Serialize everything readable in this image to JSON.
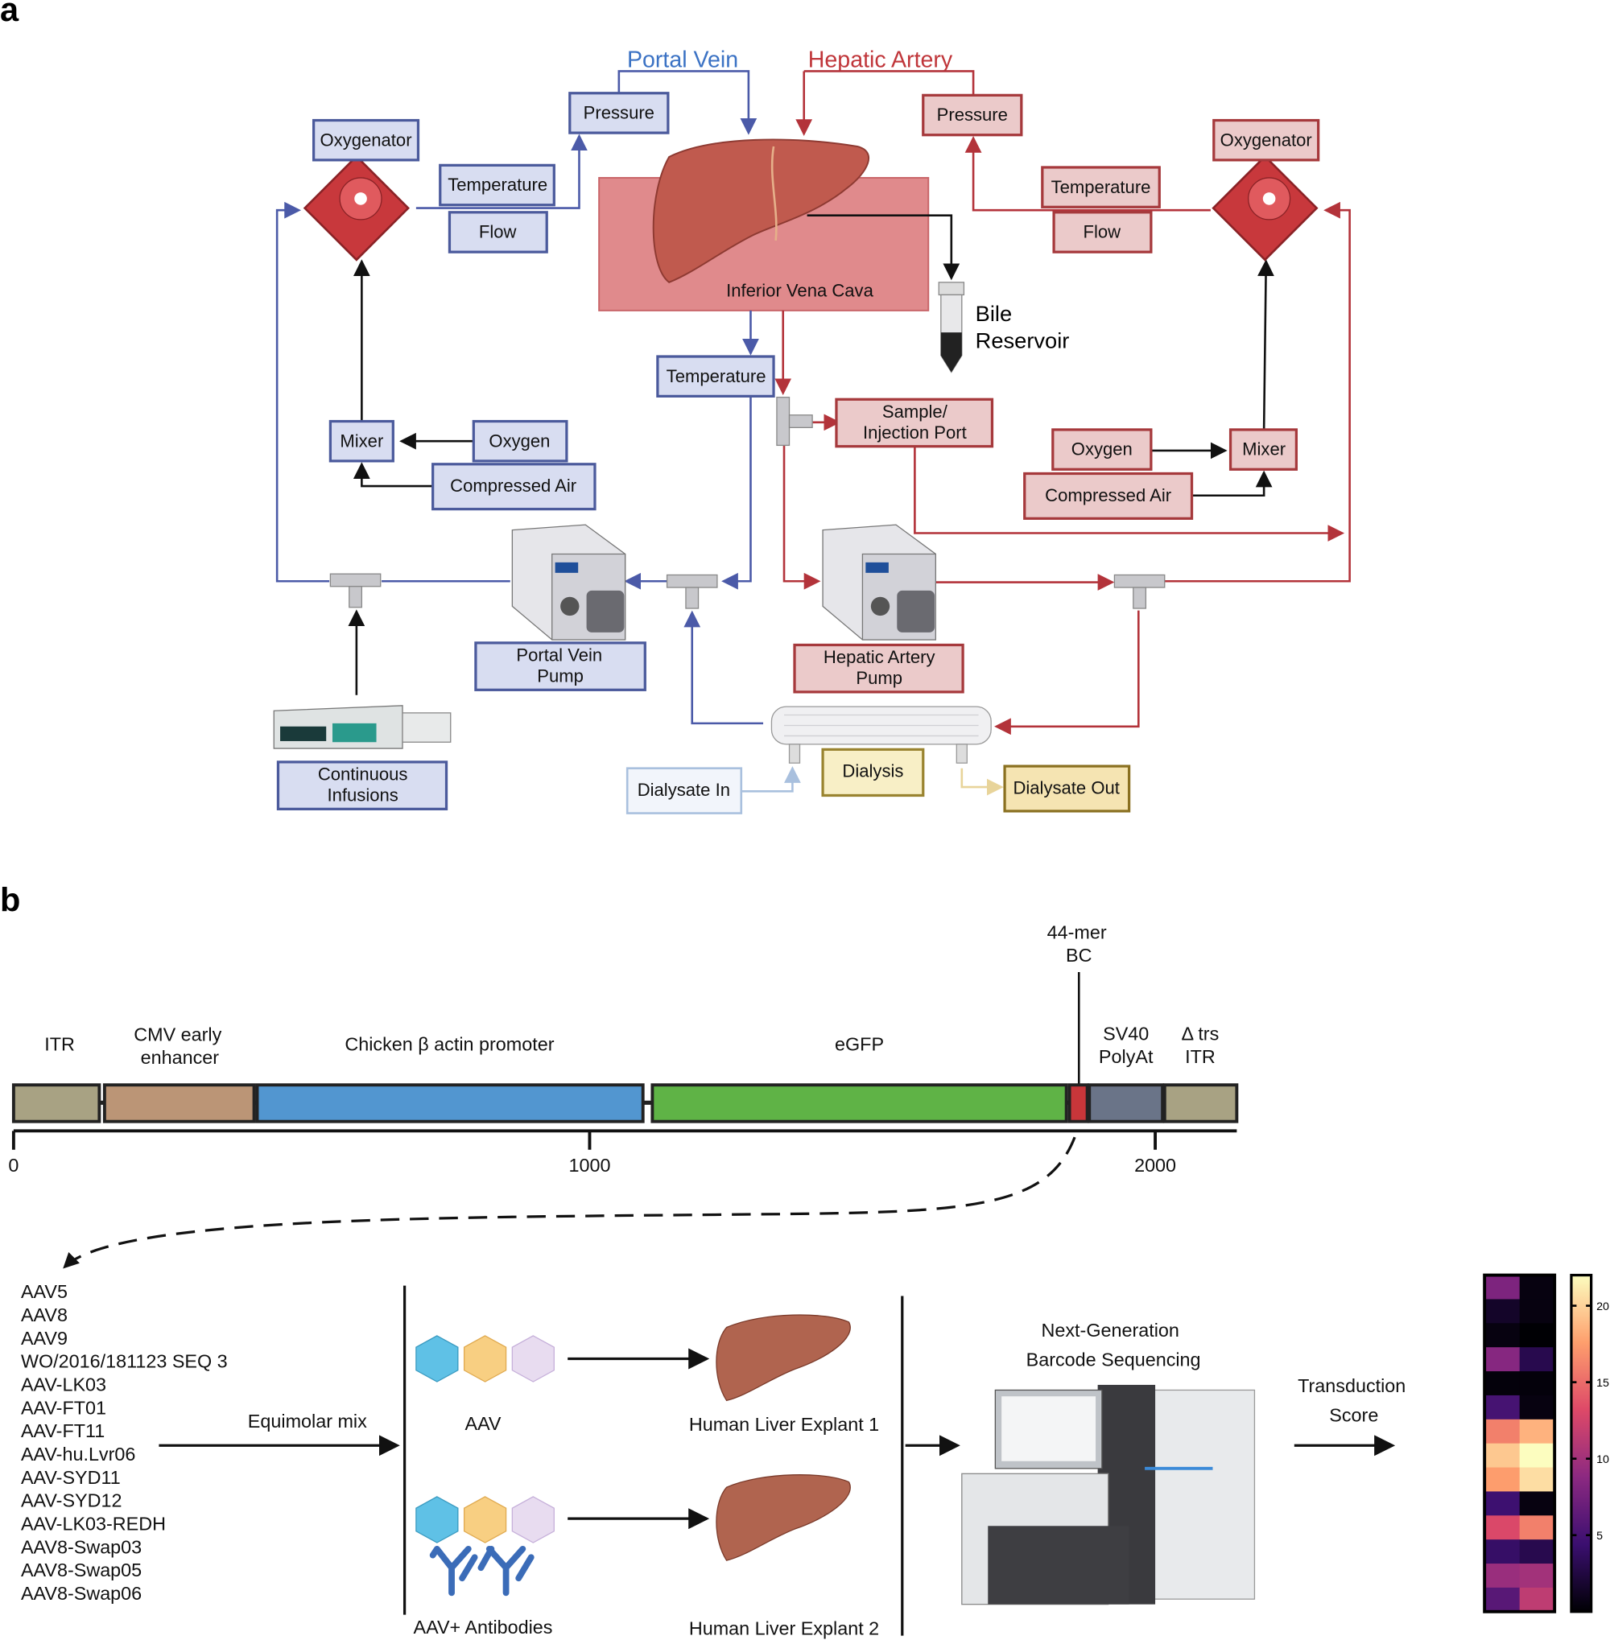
{
  "panel_a": {
    "letter": "a",
    "portal_vein": "Portal Vein",
    "hepatic_artery": "Hepatic Artery",
    "portal_color": "#3b72c4",
    "hepatic_color": "#c0363a",
    "ivc": "Inferior Vena Cava",
    "bile1": "Bile",
    "bile2": "Reservoir",
    "blue": {
      "pressure": "Pressure",
      "oxygenator": "Oxygenator",
      "temperature": "Temperature",
      "flow": "Flow",
      "temperature_ivc": "Temperature",
      "mixer": "Mixer",
      "oxygen": "Oxygen",
      "compressed_air": "Compressed Air",
      "pump1": "Portal Vein",
      "pump2": "Pump",
      "infusions1": "Continuous",
      "infusions2": "Infusions"
    },
    "red": {
      "pressure": "Pressure",
      "oxygenator": "Oxygenator",
      "temperature": "Temperature",
      "flow": "Flow",
      "sample1": "Sample/",
      "sample2": "Injection Port",
      "mixer": "Mixer",
      "oxygen": "Oxygen",
      "compressed_air": "Compressed Air",
      "pump1": "Hepatic Artery",
      "pump2": "Pump"
    },
    "dialysate_in": "Dialysate In",
    "dialysis": "Dialysis",
    "dialysate_out": "Dialysate Out"
  },
  "panel_b": {
    "letter": "b",
    "construct": {
      "itr": "ITR",
      "cmv1": "CMV early",
      "cmv2": "enhancer",
      "cba": "Chicken β actin promoter",
      "egfp": "eGFP",
      "bc1": "44-mer",
      "bc2": "BC",
      "sv40_1": "SV40",
      "sv40_2": "PolyAt",
      "itr2_1": "Δ trs",
      "itr2_2": "ITR",
      "ticks": [
        "0",
        "1000",
        "2000"
      ],
      "colors": {
        "itr": "#a8a283",
        "cmv": "#bb9576",
        "cba": "#5296d0",
        "egfp": "#5fb346",
        "bc": "#c8363a",
        "sv40": "#6a7488"
      }
    },
    "capsids": [
      "AAV5",
      "AAV8",
      "AAV9",
      "WO/2016/181123 SEQ 3",
      "AAV-LK03",
      "AAV-FT01",
      "AAV-FT11",
      "AAV-hu.Lvr06",
      "AAV-SYD11",
      "AAV-SYD12",
      "AAV-LK03-REDH",
      "AAV8-Swap03",
      "AAV8-Swap05",
      "AAV8-Swap06"
    ],
    "equimolar": "Equimolar mix",
    "aav": "AAV",
    "aav_ab": "AAV+ Antibodies",
    "explant1": "Human Liver Explant 1",
    "explant2": "Human Liver Explant 2",
    "ngs1": "Next-Generation",
    "ngs2": "Barcode Sequencing",
    "ts1": "Transduction",
    "ts2": "Score"
  },
  "chart_data": {
    "type": "heatmap",
    "columns": 2,
    "rows": 14,
    "values": [
      [
        8,
        0.5
      ],
      [
        1.5,
        0.5
      ],
      [
        0.5,
        0
      ],
      [
        8.5,
        3
      ],
      [
        0.3,
        0.3
      ],
      [
        5,
        0.5
      ],
      [
        16,
        18.5
      ],
      [
        19.5,
        22
      ],
      [
        17.5,
        20.5
      ],
      [
        4.5,
        0.5
      ],
      [
        13,
        16
      ],
      [
        4,
        3
      ],
      [
        9.5,
        10
      ],
      [
        6,
        11.5
      ]
    ],
    "colorbar": {
      "colormap": "magma",
      "range": [
        0,
        22
      ],
      "ticks": [
        "5",
        "10",
        "15",
        "20"
      ]
    }
  }
}
